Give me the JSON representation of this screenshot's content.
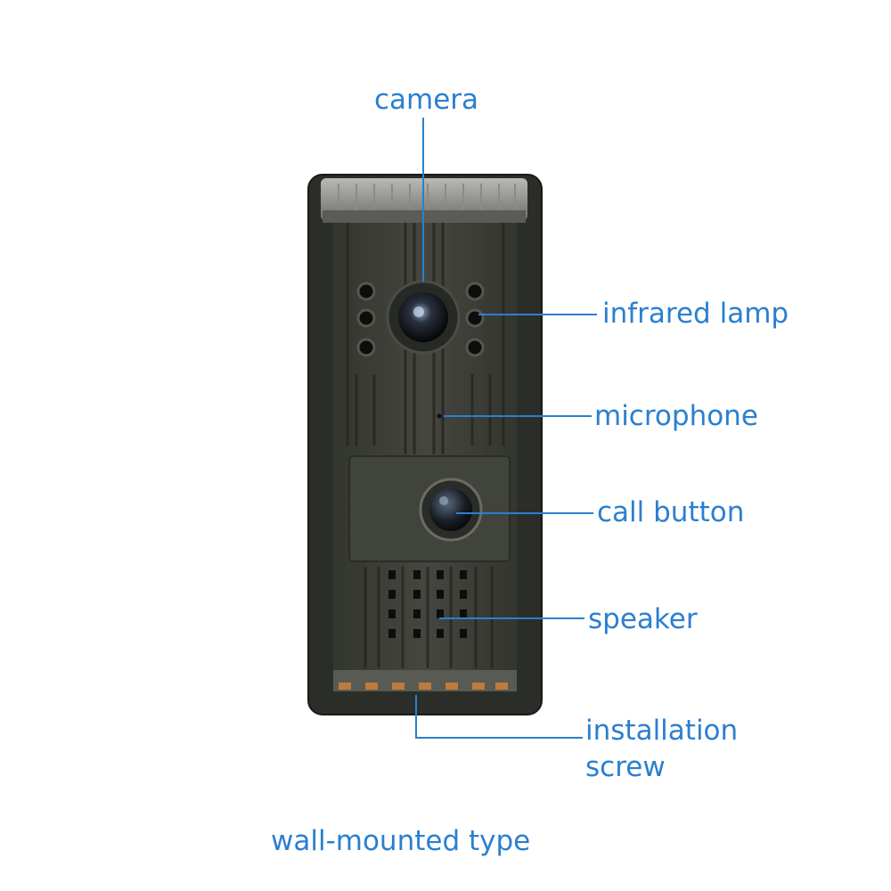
{
  "labels": {
    "camera": "camera",
    "infrared_lamp": "infrared lamp",
    "microphone": "microphone",
    "call_button": "call button",
    "speaker": "speaker",
    "installation_screw_line1": "installation",
    "installation_screw_line2": "screw",
    "caption": "wall-mounted type"
  },
  "colors": {
    "label": "#2b7fcf",
    "leader_line": "#2b7fcf",
    "housing": "#2c2e2a",
    "faceplate": "#3c3e3a",
    "accent_orange": "#c07a3a"
  }
}
